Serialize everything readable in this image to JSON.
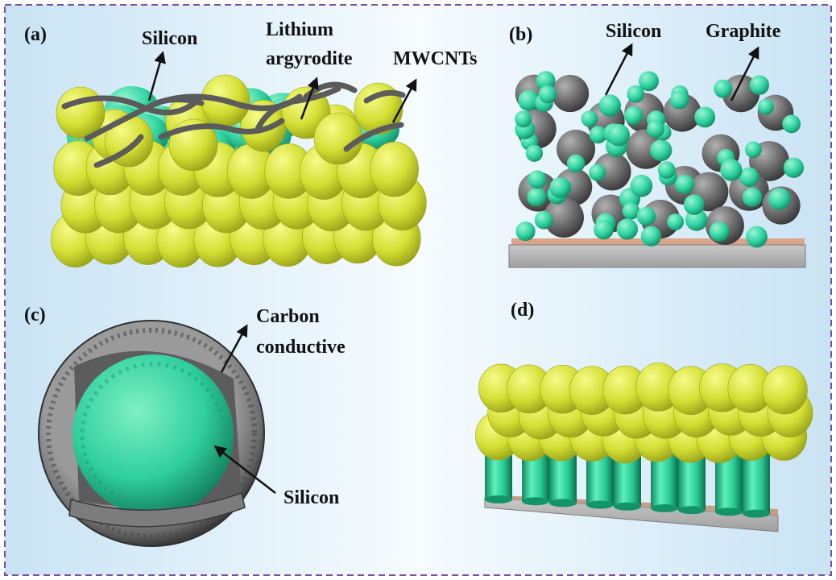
{
  "panels": {
    "a": {
      "tag": "(a)",
      "labels": {
        "silicon": "Silicon",
        "lithium_line1": "Lithium",
        "lithium_line2": "argyrodite",
        "mwcnts": "MWCNTs"
      }
    },
    "b": {
      "tag": "(b)",
      "labels": {
        "silicon": "Silicon",
        "graphite": "Graphite"
      }
    },
    "c": {
      "tag": "(c)",
      "labels": {
        "carbon_line1": "Carbon",
        "carbon_line2": "conductive",
        "silicon": "Silicon"
      }
    },
    "d": {
      "tag": "(d)"
    }
  },
  "colors": {
    "frame": "#7a4fa0",
    "background_edge": "#d8ecf8",
    "background_center": "#f4fbff",
    "electrolyte": "#d6e23a",
    "silicon": "#2fd3a0",
    "graphite": "#6f6f6f",
    "carbon_shell": "#5e5e5e",
    "substrate": "#9a9a9a"
  }
}
